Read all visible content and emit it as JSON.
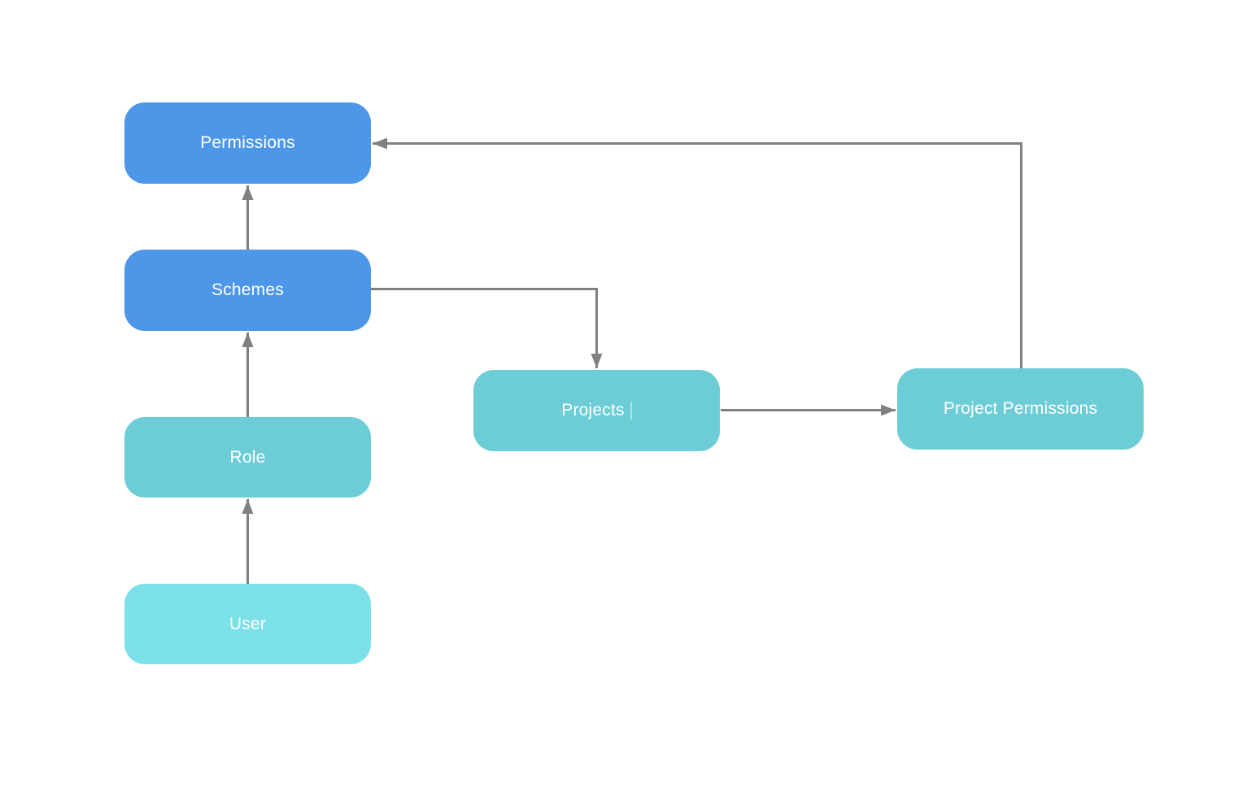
{
  "diagram": {
    "background_color": "#ffffff",
    "connector_color": "#808080",
    "text_color": "#ffffff",
    "nodes": [
      {
        "id": "permissions",
        "label": "Permissions",
        "color": "#4E97E8"
      },
      {
        "id": "schemes",
        "label": "Schemes",
        "color": "#4E97E8"
      },
      {
        "id": "role",
        "label": "Role",
        "color": "#6DCDD6"
      },
      {
        "id": "user",
        "label": "User",
        "color": "#7CE0E8"
      },
      {
        "id": "projects",
        "label": "Projects",
        "color": "#6DCDD6"
      },
      {
        "id": "project_permissions",
        "label": "Project Permissions",
        "color": "#6DCDD6"
      }
    ],
    "edges": [
      {
        "from": "user",
        "to": "role",
        "style": "straight-up"
      },
      {
        "from": "role",
        "to": "schemes",
        "style": "straight-up"
      },
      {
        "from": "schemes",
        "to": "permissions",
        "style": "straight-up"
      },
      {
        "from": "schemes",
        "to": "projects",
        "style": "right-then-down"
      },
      {
        "from": "projects",
        "to": "project_permissions",
        "style": "straight-right"
      },
      {
        "from": "project_permissions",
        "to": "permissions",
        "style": "up-then-left"
      }
    ]
  }
}
